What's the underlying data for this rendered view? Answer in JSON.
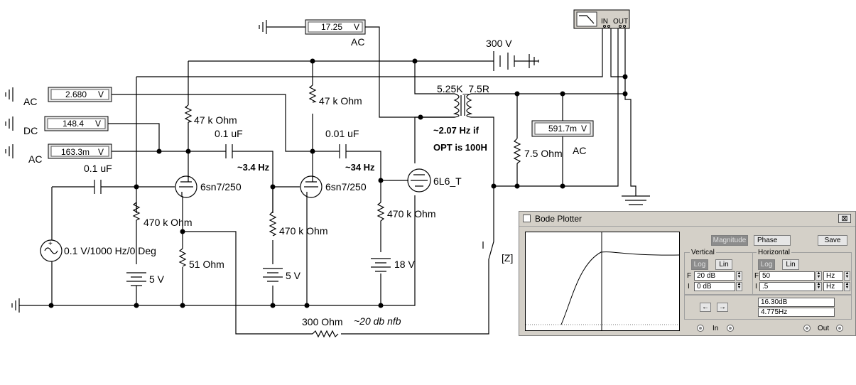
{
  "meters": {
    "top": {
      "value": "17.25",
      "unit": "V",
      "mode": "AC"
    },
    "m1": {
      "value": "2.680",
      "unit": "V",
      "mode": "AC"
    },
    "m2": {
      "value": "148.4",
      "unit": "V",
      "mode": "DC"
    },
    "m3": {
      "value": "163.3m",
      "unit": "V",
      "mode": "AC"
    },
    "out": {
      "value": "591.7m",
      "unit": "V",
      "mode": "AC"
    }
  },
  "labels": {
    "supply": "300 V",
    "transformer": "5.25K_7.5R",
    "r_plate1": "47 k Ohm",
    "r_plate2": "47 k Ohm",
    "c_coupling1": "0.1 uF",
    "c_coupling2": "0.01 uF",
    "c_input": "0.1 uF",
    "f1": "~3.4 Hz",
    "f2": "~34 Hz",
    "note1": "~2.07 Hz if",
    "note2": "OPT is 100H",
    "tube1": "6sn7/250",
    "tube2": "6sn7/250",
    "tube3": "6L6_T",
    "r_grid1": "470 k Ohm",
    "r_grid2": "470 k Ohm",
    "r_grid3": "470 k Ohm",
    "r_cathode": "51  Ohm",
    "bias1": "5 V",
    "bias2": "5 V",
    "bias3": "18 V",
    "source": "0.1 V/1000 Hz/0 Deg",
    "r_feedback": "300  Ohm",
    "nfb": "~20 db nfb",
    "load": "7.5  Ohm",
    "switch": "[Z]",
    "bp_in": "IN",
    "bp_out": "OUT"
  },
  "bode": {
    "title": "Bode Plotter",
    "close": "⊠",
    "magnitude": "Magnitude",
    "phase": "Phase",
    "save": "Save",
    "vertical": "Vertical",
    "horizontal": "Horizontal",
    "log": "Log",
    "lin": "Lin",
    "v_f_label": "F",
    "v_f_value": "20 dB",
    "v_i_label": "I",
    "v_i_value": "0 dB",
    "h_f_label": "F",
    "h_f_value": "50",
    "h_f_unit": "Hz",
    "h_i_label": "I",
    "h_i_value": ".5",
    "h_i_unit": "Hz",
    "readout_db": "16.30dB",
    "readout_hz": "4.775Hz",
    "in_label": "In",
    "out_label": "Out"
  }
}
